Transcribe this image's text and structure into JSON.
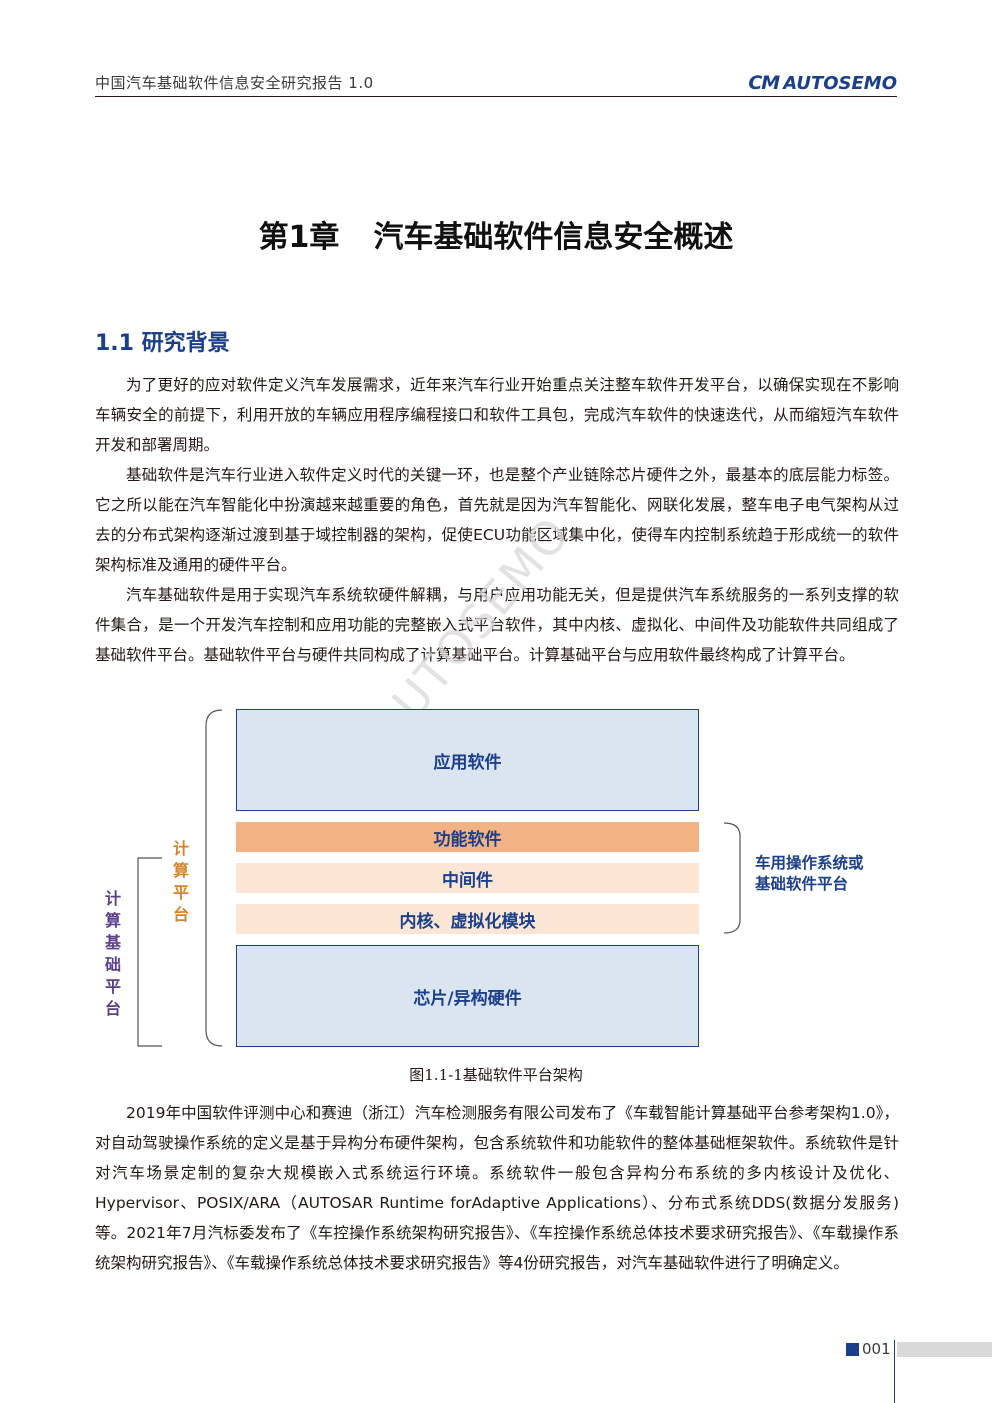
{
  "header": {
    "title": "中国汽车基础软件信息安全研究报告 1.0",
    "logo_mark": "CM",
    "logo_text": "AUTOSEMO"
  },
  "chapter": {
    "number": "第1章",
    "title": "汽车基础软件信息安全概述"
  },
  "section": {
    "title": "1.1 研究背景"
  },
  "paragraphs": [
    "为了更好的应对软件定义汽车发展需求，近年来汽车行业开始重点关注整车软件开发平台，以确保实现在不影响车辆安全的前提下，利用开放的车辆应用程序编程接口和软件工具包，完成汽车软件的快速迭代，从而缩短汽车软件开发和部署周期。",
    "基础软件是汽车行业进入软件定义时代的关键一环，也是整个产业链除芯片硬件之外，最基本的底层能力标签。它之所以能在汽车智能化中扮演越来越重要的角色，首先就是因为汽车智能化、网联化发展，整车电子电气架构从过去的分布式架构逐渐过渡到基于域控制器的架构，促使ECU功能区域集中化，使得车内控制系统趋于形成统一的软件架构标准及通用的硬件平台。",
    "汽车基础软件是用于实现汽车系统软硬件解耦，与用户应用功能无关，但是提供汽车系统服务的一系列支撑的软件集合，是一个开发汽车控制和应用功能的完整嵌入式平台软件，其中内核、虚拟化、中间件及功能软件共同组成了基础软件平台。基础软件平台与硬件共同构成了计算基础平台。计算基础平台与应用软件最终构成了计算平台。",
    "2019年中国软件评测中心和赛迪（浙江）汽车检测服务有限公司发布了《车载智能计算基础平台参考架构1.0》，对自动驾驶操作系统的定义是基于异构分布硬件架构，包含系统软件和功能软件的整体基础框架软件。系统软件是针对汽车场景定制的复杂大规模嵌入式系统运行环境。系统软件一般包含异构分布系统的多内核设计及优化、Hypervisor、POSIX/ARA（AUTOSAR Runtime forAdaptive Applications）、分布式系统DDS(数据分发服务)等。2021年7月汽标委发布了《车控操作系统架构研究报告》、《车控操作系统总体技术要求研究报告》、《车载操作系统架构研究报告》、《车载操作系统总体技术要求研究报告》等4份研究报告，对汽车基础软件进行了明确定义。"
  ],
  "watermark": "AUTOSEMO",
  "diagram": {
    "blocks": {
      "app": "应用软件",
      "func": "功能软件",
      "mid": "中间件",
      "kernel": "内核、虚拟化模块",
      "chip": "芯片/异构硬件"
    },
    "left_labels": {
      "compute_platform": "计算平台",
      "compute_base_platform": "计算基础平台"
    },
    "right_label": {
      "line1": "车用操作系统或",
      "line2": "基础软件平台"
    },
    "caption": "图1.1-1基础软件平台架构"
  },
  "footer": {
    "page_number": "001"
  },
  "colors": {
    "brand_blue": "#1b3f8b",
    "orange_label": "#d9822b",
    "purple_label": "#5a3f8c",
    "block_blue": "#dbe4f1",
    "block_orange": "#f3b283",
    "block_peach": "#fbe6d6"
  }
}
